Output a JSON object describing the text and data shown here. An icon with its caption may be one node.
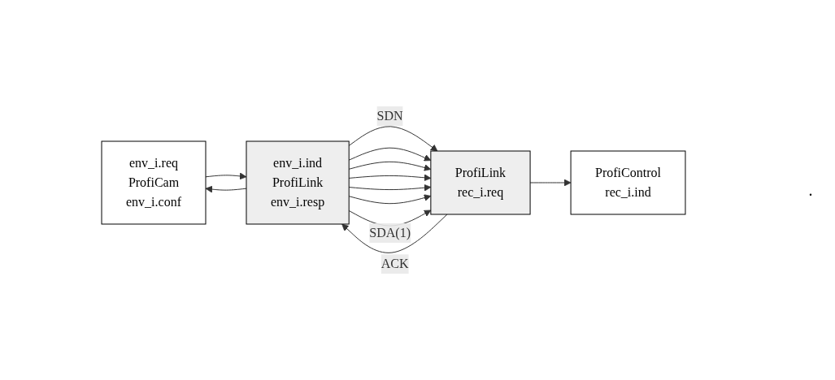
{
  "diagram": {
    "nodes": [
      {
        "text": [
          "env_i.req",
          "ProfiCam",
          "env_i.conf"
        ]
      },
      {
        "text": [
          "env_i.ind",
          "ProfiLink",
          "env_i.resp"
        ]
      },
      {
        "text": [
          "ProfiLink",
          "rec_i.req"
        ]
      },
      {
        "text": [
          "ProfiControl",
          "rec_i.ind"
        ]
      }
    ],
    "edges": [
      {
        "from": 0,
        "to": 1,
        "arrow": "to"
      },
      {
        "from": 1,
        "to": 2,
        "arrow": "to",
        "label": "SDN"
      },
      {
        "from": 1,
        "to": 2,
        "arrow": "to"
      },
      {
        "from": 1,
        "to": 2,
        "arrow": "to"
      },
      {
        "from": 1,
        "to": 2,
        "arrow": "to"
      },
      {
        "from": 1,
        "to": 2,
        "arrow": "to"
      },
      {
        "from": 1,
        "to": 2,
        "arrow": "to"
      },
      {
        "from": 1,
        "to": 2,
        "arrow": "to",
        "label": "SDA(1)"
      },
      {
        "from": 2,
        "to": 1,
        "arrow": "to",
        "label": "ACK"
      },
      {
        "from": 1,
        "to": 0,
        "arrow": "to"
      },
      {
        "from": 2,
        "to": 3,
        "arrow": "to"
      }
    ],
    "labels": [
      "."
    ]
  }
}
